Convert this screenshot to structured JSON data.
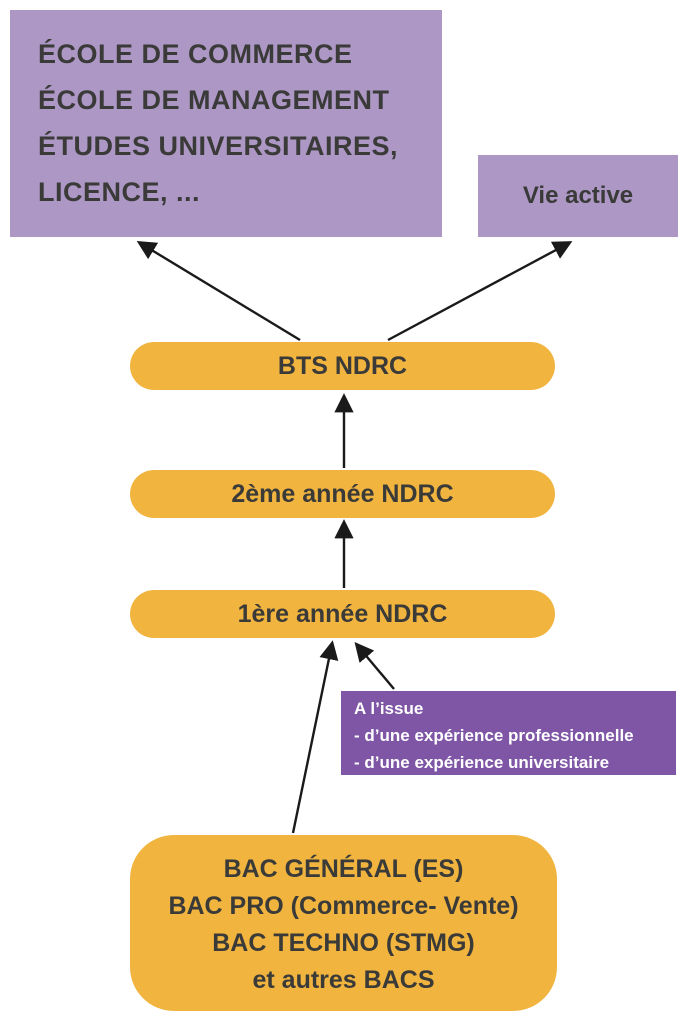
{
  "colors": {
    "light_purple": "#ad97c5",
    "dark_purple": "#7e56a5",
    "orange": "#f0b43f",
    "text_dark": "#3a3a39",
    "arrow_black": "#1a1a1a"
  },
  "boxes": {
    "higher_education": {
      "lines": [
        "ÉCOLE DE COMMERCE",
        "ÉCOLE DE MANAGEMENT",
        "ÉTUDES UNIVERSITAIRES,",
        "LICENCE, ..."
      ]
    },
    "vie_active": {
      "label": "Vie active"
    },
    "bts_ndrc": {
      "label": "BTS NDRC"
    },
    "annee2": {
      "label": "2ème année NDRC"
    },
    "annee1": {
      "label": "1ère année NDRC"
    },
    "issue": {
      "title": "A l’issue",
      "lines": [
        "- d’une expérience professionnelle",
        "- d’une expérience universitaire"
      ]
    },
    "bac": {
      "lines": [
        "BAC GÉNÉRAL (ES)",
        "BAC PRO (Commerce- Vente)",
        "BAC TECHNO (STMG)",
        "et autres BACS"
      ]
    }
  }
}
